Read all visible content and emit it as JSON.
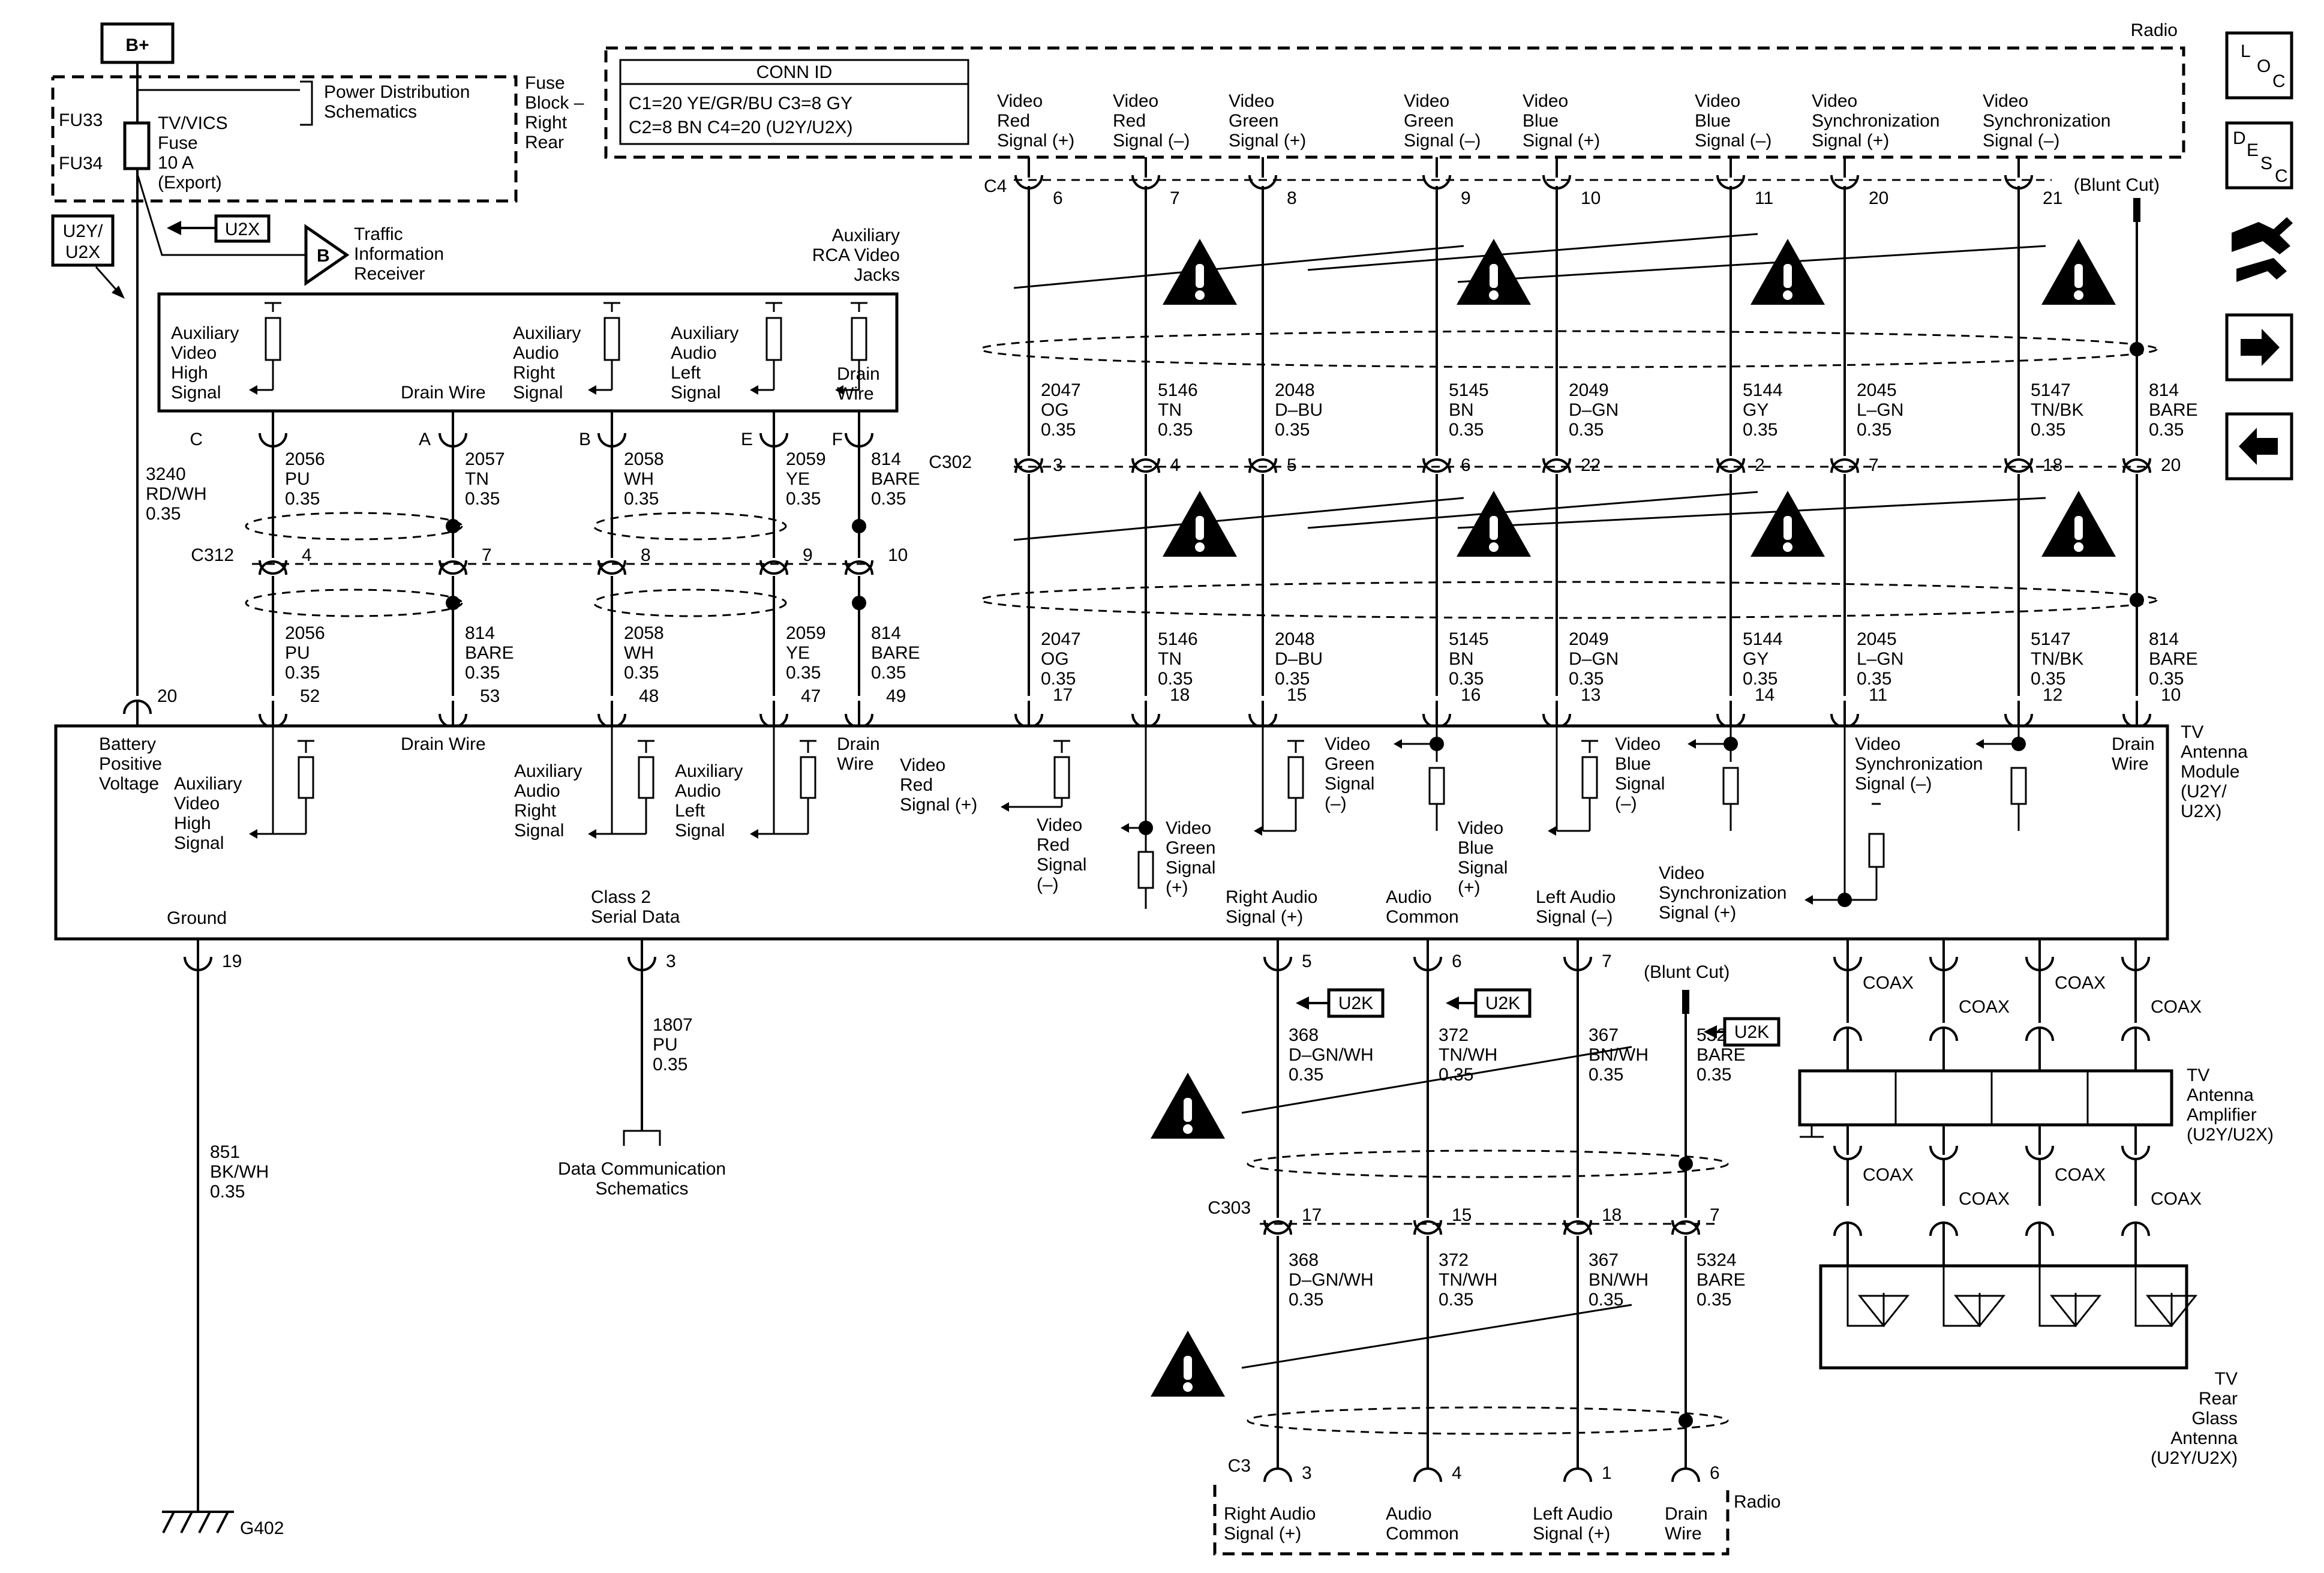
{
  "power": {
    "bplus": "B+"
  },
  "fuse_block": {
    "fu33": "FU33",
    "fu34": "FU34",
    "fuse": [
      "TV/VICS",
      "Fuse",
      "10 A",
      "(Export)"
    ],
    "pds": [
      "Power Distribution",
      "Schematics"
    ],
    "name": [
      "Fuse",
      "Block –",
      "Right",
      "Rear"
    ]
  },
  "tags": {
    "u2x": "U2X",
    "u2k": "U2K",
    "u2y_u2x": [
      "U2Y/",
      "U2X"
    ]
  },
  "traffic": {
    "b": "B",
    "label": [
      "Traffic",
      "Information",
      "Receiver"
    ]
  },
  "radio_title": "Radio",
  "conn_id": {
    "title": "CONN ID",
    "l1": "C1=20 YE/GR/BU   C3=8 GY",
    "l2": "C2=8 BN            C4=20 (U2Y/U2X)"
  },
  "radio_signals": [
    [
      "Video",
      "Red",
      "Signal (+)"
    ],
    [
      "Video",
      "Red",
      "Signal (–)"
    ],
    [
      "Video",
      "Green",
      "Signal (+)"
    ],
    [
      "Video",
      "Green",
      "Signal (–)"
    ],
    [
      "Video",
      "Blue",
      "Signal (+)"
    ],
    [
      "Video",
      "Blue",
      "Signal (–)"
    ],
    [
      "Video",
      "Synchronization",
      "Signal (+)"
    ],
    [
      "Video",
      "Synchronization",
      "Signal (–)"
    ]
  ],
  "c4": {
    "name": "C4",
    "pins": [
      "6",
      "7",
      "8",
      "9",
      "10",
      "11",
      "20",
      "21"
    ]
  },
  "c302": {
    "name": "C302",
    "pins": [
      "3",
      "4",
      "5",
      "6",
      "22",
      "2",
      "7",
      "18",
      "20"
    ]
  },
  "blunt_cut": "(Blunt Cut)",
  "video_wires": [
    [
      "2047",
      "OG",
      "0.35"
    ],
    [
      "5146",
      "TN",
      "0.35"
    ],
    [
      "2048",
      "D–BU",
      "0.35"
    ],
    [
      "5145",
      "BN",
      "0.35"
    ],
    [
      "2049",
      "D–GN",
      "0.35"
    ],
    [
      "5144",
      "GY",
      "0.35"
    ],
    [
      "2045",
      "L–GN",
      "0.35"
    ],
    [
      "5147",
      "TN/BK",
      "0.35"
    ],
    [
      "814",
      "BARE",
      "0.35"
    ]
  ],
  "module_video_pins": [
    "17",
    "18",
    "15",
    "16",
    "13",
    "14",
    "11",
    "12",
    "10"
  ],
  "aux_jacks": {
    "title": [
      "Auxiliary",
      "RCA Video",
      "Jacks"
    ],
    "labels": [
      [
        "Auxiliary",
        "Video",
        "High",
        "Signal"
      ],
      [
        "Drain Wire"
      ],
      [
        "Auxiliary",
        "Audio",
        "Right",
        "Signal"
      ],
      [
        "Auxiliary",
        "Audio",
        "Left",
        "Signal"
      ],
      [
        "Drain",
        "Wire"
      ]
    ],
    "pin_letters": [
      "C",
      "A",
      "B",
      "E",
      "F"
    ]
  },
  "aux_wires_top": [
    [
      "2056",
      "PU",
      "0.35"
    ],
    [
      "2057",
      "TN",
      "0.35"
    ],
    [
      "2058",
      "WH",
      "0.35"
    ],
    [
      "2059",
      "YE",
      "0.35"
    ],
    [
      "814",
      "BARE",
      "0.35"
    ]
  ],
  "aux_wires_bottom": [
    [
      "2056",
      "PU",
      "0.35"
    ],
    [
      "814",
      "BARE",
      "0.35"
    ],
    [
      "2058",
      "WH",
      "0.35"
    ],
    [
      "2059",
      "YE",
      "0.35"
    ],
    [
      "814",
      "BARE",
      "0.35"
    ]
  ],
  "c312": {
    "name": "C312",
    "pins": [
      "4",
      "7",
      "8",
      "9",
      "10"
    ]
  },
  "module_aux_pins": [
    "52",
    "53",
    "48",
    "47",
    "49"
  ],
  "batt_wire": [
    "3240",
    "RD/WH",
    "0.35"
  ],
  "module_batt_pin": "20",
  "module": {
    "name": [
      "TV",
      "Antenna",
      "Module",
      "(U2Y/",
      "U2X)"
    ],
    "batt": [
      "Battery",
      "Positive",
      "Voltage"
    ],
    "aux_video": [
      "Auxiliary",
      "Video",
      "High",
      "Signal"
    ],
    "drain1": "Drain Wire",
    "aux_right": [
      "Auxiliary",
      "Audio",
      "Right",
      "Signal"
    ],
    "aux_left": [
      "Auxiliary",
      "Audio",
      "Left",
      "Signal"
    ],
    "drain2": [
      "Drain",
      "Wire"
    ],
    "vr_plus": [
      "Video",
      "Red",
      "Signal (+)"
    ],
    "vr_minus": [
      "Video",
      "Red",
      "Signal",
      "(–)"
    ],
    "vg_plus": [
      "Video",
      "Green",
      "Signal",
      "(+)"
    ],
    "vg_minus": [
      "Video",
      "Green",
      "Signal",
      "(–)"
    ],
    "vb_plus": [
      "Video",
      "Blue",
      "Signal",
      "(+)"
    ],
    "vb_minus": [
      "Video",
      "Blue",
      "Signal",
      "(–)"
    ],
    "vs_minus": [
      "Video",
      "Synchronization",
      "Signal (–)"
    ],
    "vs_plus": [
      "Video",
      "Synchronization",
      "Signal (+)"
    ],
    "drain3": [
      "Drain",
      "Wire"
    ],
    "ground": "Ground",
    "class2": [
      "Class 2",
      "Serial Data"
    ],
    "right_audio": [
      "Right Audio",
      "Signal (+)"
    ],
    "audio_common": [
      "Audio",
      "Common"
    ],
    "left_audio": [
      "Left Audio",
      "Signal (–)"
    ]
  },
  "ground": {
    "pin": "19",
    "wire": [
      "851",
      "BK/WH",
      "0.35"
    ],
    "name": "G402"
  },
  "serial": {
    "pin": "3",
    "wire": [
      "1807",
      "PU",
      "0.35"
    ],
    "dest": [
      "Data Communication",
      "Schematics"
    ]
  },
  "audio_pins_top": [
    "5",
    "6",
    "7"
  ],
  "audio_wires": [
    [
      "368",
      "D–GN/WH",
      "0.35"
    ],
    [
      "372",
      "TN/WH",
      "0.35"
    ],
    [
      "367",
      "BN/WH",
      "0.35"
    ],
    [
      "5324",
      "BARE",
      "0.35"
    ]
  ],
  "c303": {
    "name": "C303",
    "pins": [
      "17",
      "15",
      "18",
      "7"
    ]
  },
  "c3": {
    "name": "C3",
    "pins": [
      "3",
      "4",
      "1",
      "6"
    ]
  },
  "radio_audio": [
    [
      "Right Audio",
      "Signal (+)"
    ],
    [
      "Audio",
      "Common"
    ],
    [
      "Left Audio",
      "Signal (+)"
    ],
    [
      "Drain",
      "Wire"
    ]
  ],
  "radio_label2": "Radio",
  "coax": "COAX",
  "amplifier": [
    "TV",
    "Antenna",
    "Amplifier",
    "(U2Y/U2X)"
  ],
  "glass_antenna": [
    "TV",
    "Rear",
    "Glass",
    "Antenna",
    "(U2Y/U2X)"
  ],
  "nav": {
    "loc": [
      "L",
      "O",
      "C"
    ],
    "desc": [
      "D",
      "E",
      "S",
      "C"
    ]
  }
}
